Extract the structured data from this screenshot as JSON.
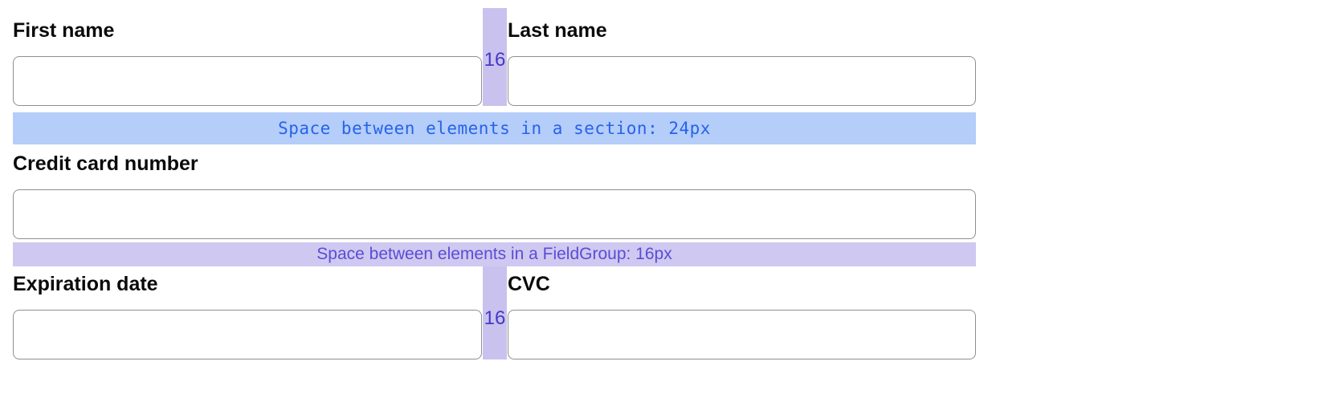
{
  "form": {
    "first_name": {
      "label": "First name",
      "value": ""
    },
    "last_name": {
      "label": "Last name",
      "value": ""
    },
    "credit_card_number": {
      "label": "Credit card number",
      "value": ""
    },
    "expiration_date": {
      "label": "Expiration date",
      "value": ""
    },
    "cvc": {
      "label": "CVC",
      "value": ""
    }
  },
  "annotations": {
    "section_spacing": "Space between elements in a section: 24px",
    "fieldgroup_spacing": "Space between elements in a FieldGroup: 16px",
    "name_row_gap": "16",
    "card_row_gap": "16"
  },
  "colors": {
    "section_band_bg": "#b5cdf9",
    "section_band_text": "#2563eb",
    "fieldgroup_band_bg": "#cfc9f1",
    "fieldgroup_band_text": "#5b4cd6",
    "gap_strip_bg": "#c9c2ee",
    "gap_number_text": "#4338ca",
    "input_border": "#8f8f8f"
  }
}
